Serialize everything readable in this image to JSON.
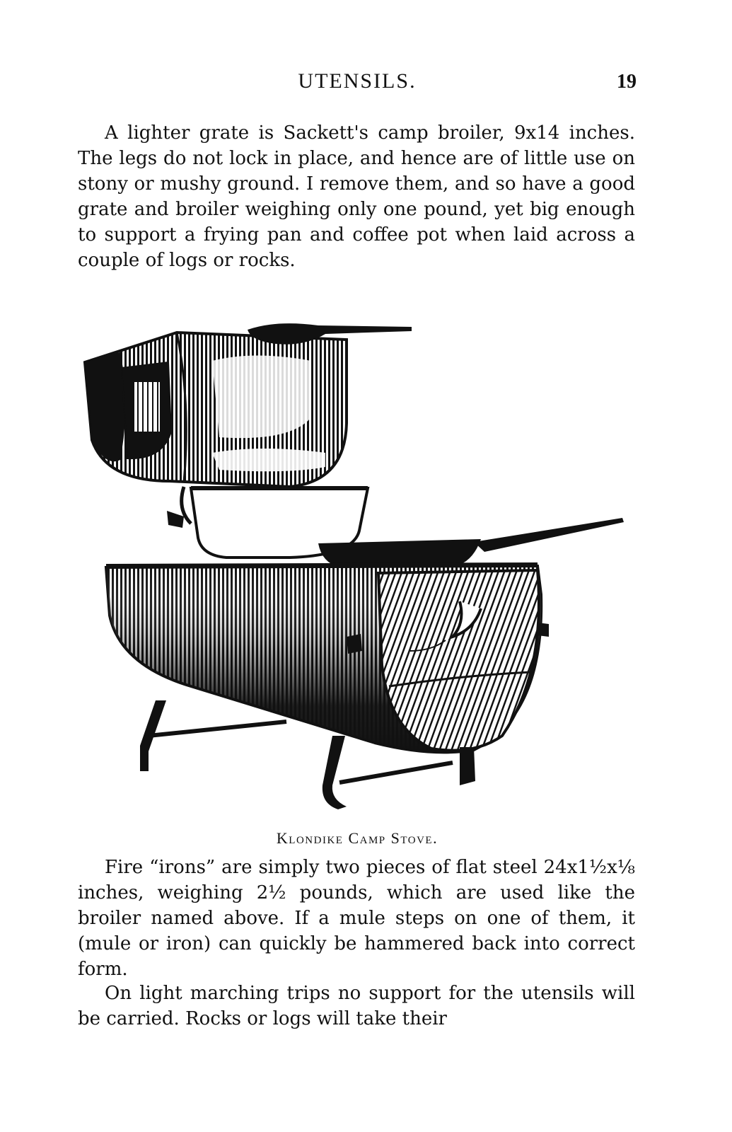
{
  "header": {
    "title": "UTENSILS.",
    "page_number": "19"
  },
  "paragraphs": [
    "A lighter grate is Sackett's camp broiler, 9x14 inches. The legs do not lock in place, and hence are of little use on stony or mushy ground. I remove them, and so have a good grate and broiler weighing only one pound, yet big enough to support a frying pan and coffee pot when laid across a couple of logs or rocks.",
    "Fire “irons” are simply two pieces of flat steel 24x1½x⅛ inches, weighing 2½ pounds, which are used like the broiler named above. If a mule steps on one of them, it (mule or iron) can quickly be hammered back into correct form.",
    "On light marching trips no support for the utensils will be carried. Rocks or logs will take their"
  ],
  "figure": {
    "caption": "Klondike Camp Stove.",
    "icon": "klondike-camp-stove-illustration"
  }
}
